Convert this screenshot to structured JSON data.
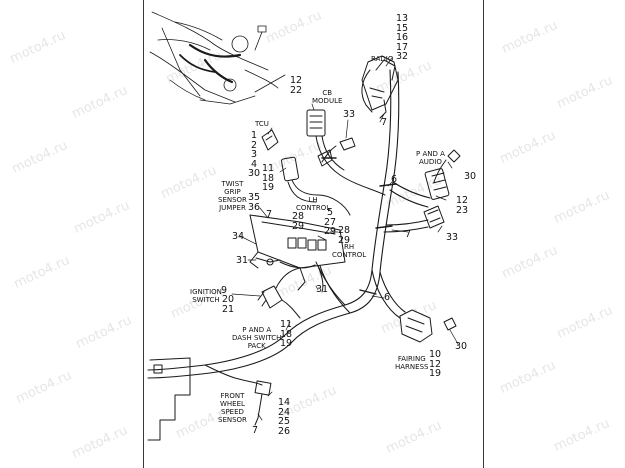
{
  "watermark": "moto4.ru",
  "colors": {
    "line": "#1a1a1a",
    "watermark": "#e6e6e6",
    "background": "#ffffff"
  },
  "labels": {
    "radio": "RADIO",
    "cb_module": "CB\nMODULE",
    "tcu": "TCU",
    "p_and_a_audio": "P AND A\nAUDIO",
    "twist_grip": "TWIST\nGRIP\nSENSOR\nJUMPER",
    "lh_control": "LH\nCONTROL",
    "rh_control": "RH\nCONTROL",
    "ignition_switch": "IGNITION\nSWITCH",
    "p_and_a_dash": "P AND A\nDASH SWITCH\nPACK",
    "fairing_harness": "FAIRING\nHARNESS",
    "front_wheel_speed_sensor": "FRONT\nWHEEL\nSPEED\nSENSOR"
  },
  "callouts": {
    "radio_refs": [
      "13",
      "15",
      "16",
      "17",
      "32"
    ],
    "cb_refs": [
      "12",
      "22"
    ],
    "tcu_refs": [
      "1",
      "2",
      "3",
      "4",
      "30"
    ],
    "ref_33_top": "33",
    "ref_7_radio": "7",
    "ref_30_audio": "30",
    "ref_6_upper": "6",
    "ref_12_23": [
      "12",
      "23"
    ],
    "ref_33_right": "33",
    "ref_7_right": "7",
    "ref_11_18_19_top": [
      "11",
      "18",
      "19"
    ],
    "ref_35_36": [
      "35",
      "36"
    ],
    "ref_7_mid": "7",
    "ref_28_29": [
      "28",
      "29"
    ],
    "ref_5_27_29": [
      "5",
      "27",
      "29"
    ],
    "ref_28_29_b": [
      "28",
      "29"
    ],
    "ref_34": "34",
    "ref_31_left": "31",
    "ref_31_right": "31",
    "ref_6_lower": "6",
    "ref_9": "9",
    "ref_20_21": [
      "20",
      "21"
    ],
    "ref_11_18_19_low": [
      "11",
      "18",
      "19"
    ],
    "ref_30_fairing": "30",
    "ref_10_12_19": [
      "10",
      "12",
      "19"
    ],
    "ref_14_24_25_26": [
      "14",
      "24",
      "25",
      "26"
    ],
    "ref_7_bottom": "7"
  }
}
